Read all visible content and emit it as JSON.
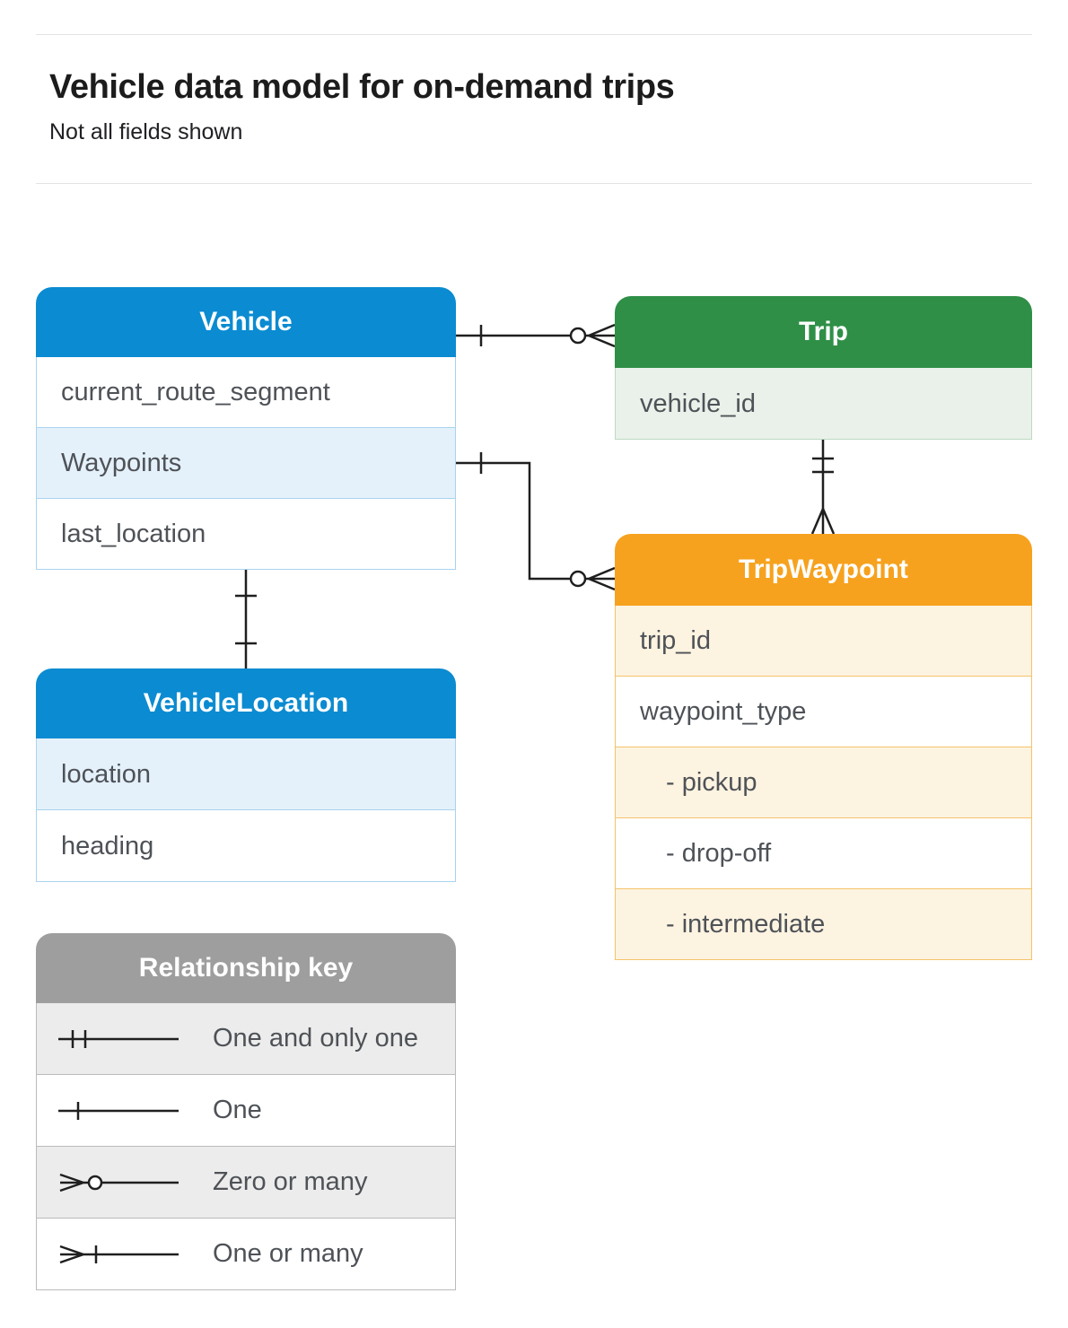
{
  "page": {
    "title": "Vehicle data model for on-demand trips",
    "subtitle": "Not all fields shown"
  },
  "tables": {
    "vehicle": {
      "title": "Vehicle",
      "fields": [
        "current_route_segment",
        "Waypoints",
        "last_location"
      ]
    },
    "trip": {
      "title": "Trip",
      "fields": [
        "vehicle_id"
      ]
    },
    "trip_waypoint": {
      "title": "TripWaypoint",
      "fields": [
        "trip_id",
        "waypoint_type",
        "- pickup",
        "- drop-off",
        "- intermediate"
      ]
    },
    "vehicle_location": {
      "title": "VehicleLocation",
      "fields": [
        "location",
        "heading"
      ]
    }
  },
  "key": {
    "title": "Relationship key",
    "items": [
      {
        "symbol": "one-and-only-one",
        "label": "One and only one"
      },
      {
        "symbol": "one",
        "label": "One"
      },
      {
        "symbol": "zero-or-many",
        "label": "Zero or many"
      },
      {
        "symbol": "one-or-many",
        "label": "One or many"
      }
    ]
  },
  "relationships": [
    {
      "from": "Vehicle",
      "to": "Trip",
      "from_end": "one",
      "to_end": "zero-or-many"
    },
    {
      "from": "Vehicle.Waypoints",
      "to": "TripWaypoint",
      "from_end": "one",
      "to_end": "zero-or-many"
    },
    {
      "from": "Trip",
      "to": "TripWaypoint",
      "from_end": "one-and-only-one",
      "to_end": "one-or-many"
    },
    {
      "from": "Vehicle",
      "to": "VehicleLocation",
      "from_end": "one",
      "to_end": "one"
    }
  ],
  "colors": {
    "blue_header": "#0b8bd1",
    "green_header": "#2f8f47",
    "orange_header": "#f6a21e",
    "gray_header": "#9e9e9e",
    "blue_tint": "#e4f1fb",
    "green_tint": "#e9f1ea",
    "orange_tint": "#fdf3e1",
    "gray_tint": "#ececec",
    "connector": "#1f1f1f"
  }
}
